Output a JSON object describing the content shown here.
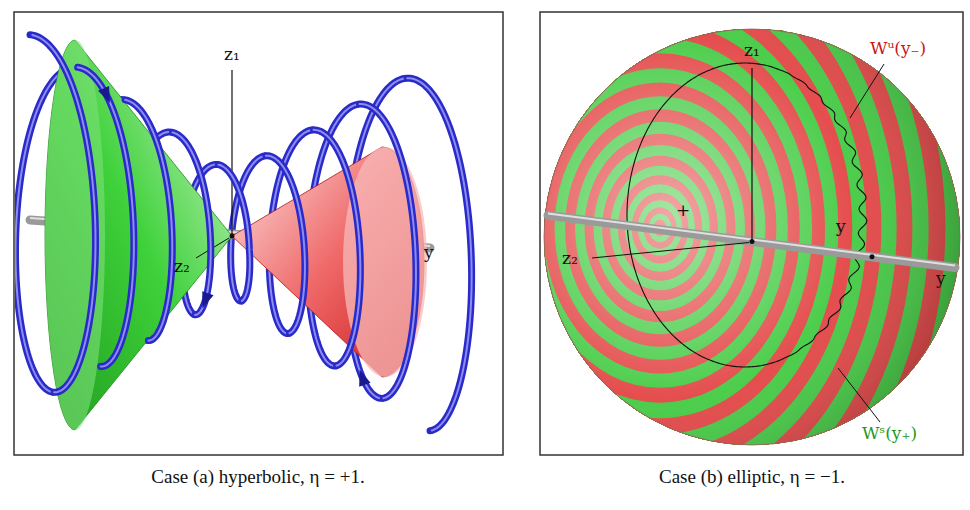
{
  "diagram": {
    "labels": [
      "z₁",
      "z₂",
      "y",
      "z₁",
      "z₂",
      "y",
      "y",
      "+",
      "Wᵘ(y₋)",
      "Wˢ(y₊)",
      "Case (a) hyperbolic, η = +1.",
      "Case (b) elliptic, η = −1."
    ]
  }
}
